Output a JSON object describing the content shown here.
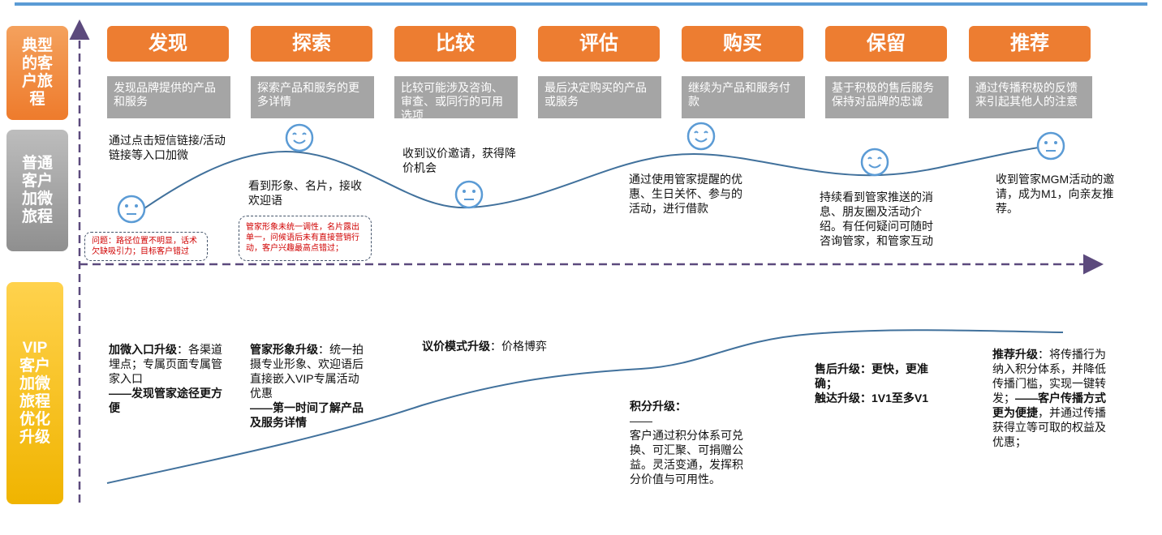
{
  "sidebar": {
    "journey_label": "典型\n的客\n户旅\n程",
    "normal_label": "普通\n客户\n加微\n旅程",
    "vip_label": "VIP\n客户\n加微\n旅程\n优化\n升级"
  },
  "stages": [
    {
      "title": "发现",
      "desc": "发现品牌提供的产品和服务"
    },
    {
      "title": "探索",
      "desc": "探索产品和服务的更多详情"
    },
    {
      "title": "比较",
      "desc": "比较可能涉及咨询、审查、或同行的可用选项"
    },
    {
      "title": "评估",
      "desc": "最后决定购买的产品或服务"
    },
    {
      "title": "购买",
      "desc": "继续为产品和服务付款"
    },
    {
      "title": "保留",
      "desc": "基于积极的售后服务保持对品牌的忠诚"
    },
    {
      "title": "推荐",
      "desc": "通过传播积极的反馈来引起其他人的注意"
    }
  ],
  "normal_notes": [
    "通过点击短信链接/活动链接等入口加微",
    "看到形象、名片，接收欢迎语",
    "收到议价邀请，获得降价机会",
    "通过使用管家提醒的优惠、生日关怀、参与的活动，进行借款",
    "持续看到管家推送的消息、朋友圈及活动介绍。有任何疑问可随时咨询管家，和管家互动",
    "收到管家MGM活动的邀请，成为M1，向亲友推荐。"
  ],
  "issues": [
    "问题：路径位置不明显，话术欠缺吸引力；目标客户错过",
    "管家形象未统一调性，名片露出单一，问候语后未有直接营销行动，客户兴趣最高点错过；"
  ],
  "vip_items": [
    {
      "head": "加微入口升级",
      "body": "：各渠道埋点；专属页面专属管家入口",
      "tail": "——发现管家途径更方便"
    },
    {
      "head": "管家形象升级",
      "body": "：统一拍摄专业形象、欢迎语后直接嵌入VIP专属活动优惠",
      "tail": "——第一时间了解产品及服务详情"
    },
    {
      "head": "议价模式升级",
      "body": "：价格博弈",
      "tail": ""
    },
    {
      "head": "积分升级：",
      "body": "——\n客户通过积分体系可兑换、可汇聚、可捐赠公益。灵活变通，发挥积分价值与可用性。",
      "tail": ""
    },
    {
      "head": "售后升级：更快，更准确；\n触达升级：1V1至多V1",
      "body": "",
      "tail": ""
    },
    {
      "head": "推荐升级",
      "body": "：将传播行为纳入积分体系，并降低传播门槛，实现一键转发；",
      "tail_bold": "——客户传播方式更为便捷",
      "tail": "，并通过传播获得立等可取的权益及优惠；"
    }
  ],
  "colors": {
    "stage": "#ed7d31",
    "desc": "#a5a5a5",
    "curve": "#41719c",
    "face": "#5b9bd5",
    "axis": "#5c4a7d",
    "issue_border": "#44546a",
    "issue_text": "#d00000"
  }
}
